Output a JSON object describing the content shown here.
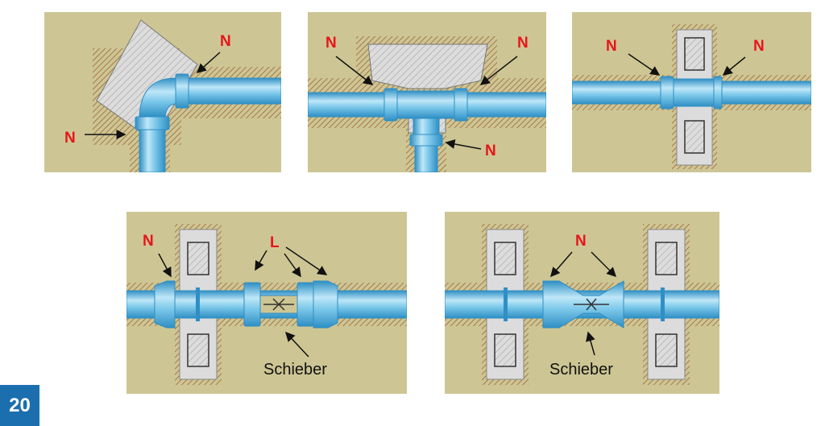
{
  "figure_number": "20",
  "colors": {
    "soil": "#cdc694",
    "pipe": "#7cc8ea",
    "pipe_dark": "#2f8fc4",
    "concrete": "#dcdcdc",
    "hatch": "#a0643a",
    "label_red": "#e8141c"
  },
  "panels": [
    {
      "id": "elbow",
      "labels": {
        "n_top": "N",
        "n_bottom": "N"
      }
    },
    {
      "id": "tee",
      "labels": {
        "n_left": "N",
        "n_right": "N",
        "n_bottom": "N"
      }
    },
    {
      "id": "wall-passage",
      "labels": {
        "n_left": "N",
        "n_right": "N"
      }
    },
    {
      "id": "valve-1",
      "labels": {
        "n": "N",
        "l": "L",
        "caption": "Schieber"
      }
    },
    {
      "id": "valve-2",
      "labels": {
        "n": "N",
        "caption": "Schieber"
      }
    }
  ]
}
